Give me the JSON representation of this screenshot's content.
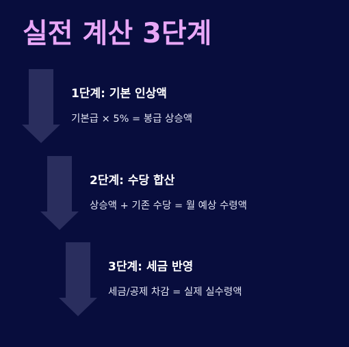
{
  "title": "실전 계산 3단계",
  "colors": {
    "background": "#080d3d",
    "title": "#e8a7f7",
    "arrow": "#2a2e5e",
    "step_title": "#ffffff",
    "step_desc": "#e4e6f4"
  },
  "steps": [
    {
      "title": "1단계: 기본 인상액",
      "description": "기본급 × 5% = 봉급 상승액",
      "icon": "down-arrow-icon"
    },
    {
      "title": "2단계: 수당 합산",
      "description": "상승액 + 기존 수당 = 월 예상 수령액",
      "icon": "down-arrow-icon"
    },
    {
      "title": "3단계: 세금 반영",
      "description": "세금/공제 차감 = 실제 실수령액",
      "icon": "down-arrow-icon"
    }
  ]
}
